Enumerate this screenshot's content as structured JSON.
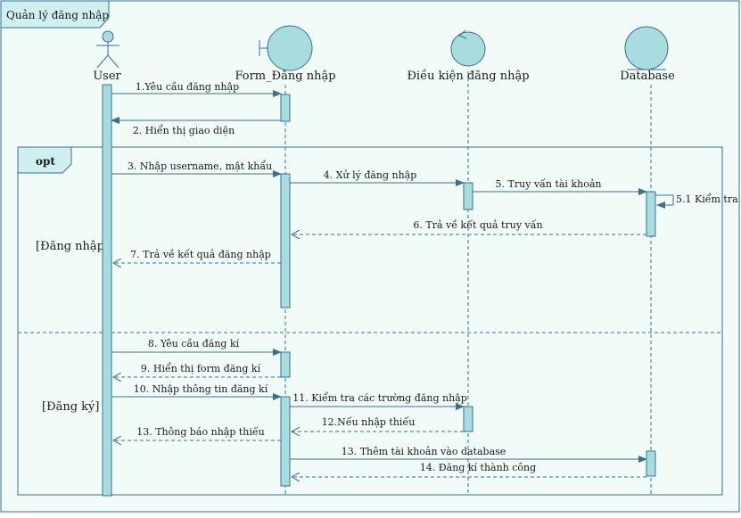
{
  "diagram": {
    "frame_title": "Quản lý đăng nhập",
    "lifelines": {
      "user": "User",
      "form": "Form_Đăng nhập",
      "control": "Điều kiện đăng nhập",
      "database": "Database"
    },
    "fragment": {
      "operator": "opt",
      "guard_login": "[Đăng nhập]",
      "guard_register": "[Đăng ký]"
    },
    "messages": {
      "m1": "1.Yêu cầu đăng nhập",
      "m2": "2. Hiển thị giao diện",
      "m3": "3. Nhập username, mật khẩu",
      "m4": "4. Xử lý đăng nhập",
      "m5": "5. Truy vấn tài khoản",
      "m51": "5.1 Kiểm tra",
      "m6": "6. Trả về kết quả truy vấn",
      "m7": "7. Trả về kết quả đăng nhập",
      "m8": "8. Yêu cầu đăng kí",
      "m9": "9. Hiển thị form đăng kí",
      "m10": "10. Nhập thông tin đăng kí",
      "m11": "11. Kiểm tra các trường đăng nhập",
      "m12": "12.Nếu nhập thiếu",
      "m13a": "13. Thông báo nhập thiếu",
      "m13b": "13. Thêm tài khoản vào database",
      "m14": "14. Đăng kí thành công"
    },
    "colors": {
      "background": "#f1fbf8",
      "frame_header": "#cfeff1",
      "stroke": "#3b6e8f",
      "activation_fill": "#a8dde0",
      "actor_fill": "#a8dde0"
    }
  }
}
